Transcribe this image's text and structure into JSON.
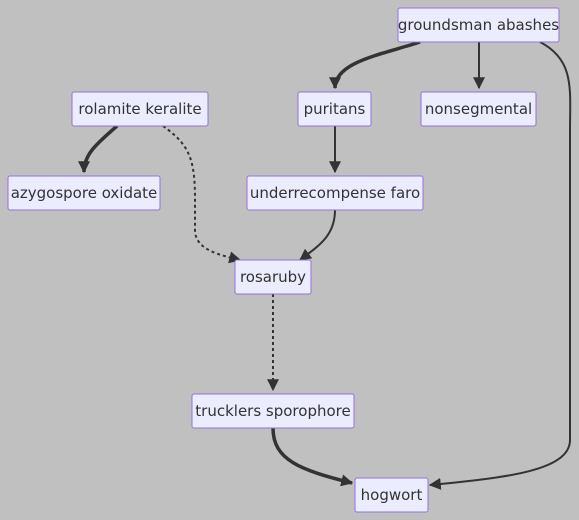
{
  "diagram": {
    "nodes": [
      {
        "id": "groundsman",
        "label": "groundsman abashes"
      },
      {
        "id": "rolamite",
        "label": "rolamite keralite"
      },
      {
        "id": "puritans",
        "label": "puritans"
      },
      {
        "id": "nonsegmental",
        "label": "nonsegmental"
      },
      {
        "id": "azygospore",
        "label": "azygospore oxidate"
      },
      {
        "id": "underrecompense",
        "label": "underrecompense faro"
      },
      {
        "id": "rosaruby",
        "label": "rosaruby"
      },
      {
        "id": "trucklers",
        "label": "trucklers sporophore"
      },
      {
        "id": "hogwort",
        "label": "hogwort"
      }
    ],
    "edges": [
      {
        "from": "groundsman",
        "to": "puritans",
        "style": "thick"
      },
      {
        "from": "groundsman",
        "to": "nonsegmental",
        "style": "normal"
      },
      {
        "from": "groundsman",
        "to": "hogwort",
        "style": "normal"
      },
      {
        "from": "rolamite",
        "to": "azygospore",
        "style": "thick"
      },
      {
        "from": "rolamite",
        "to": "rosaruby",
        "style": "dotted"
      },
      {
        "from": "puritans",
        "to": "underrecompense",
        "style": "normal"
      },
      {
        "from": "underrecompense",
        "to": "rosaruby",
        "style": "normal"
      },
      {
        "from": "rosaruby",
        "to": "trucklers",
        "style": "dotted"
      },
      {
        "from": "trucklers",
        "to": "hogwort",
        "style": "thick"
      }
    ]
  }
}
